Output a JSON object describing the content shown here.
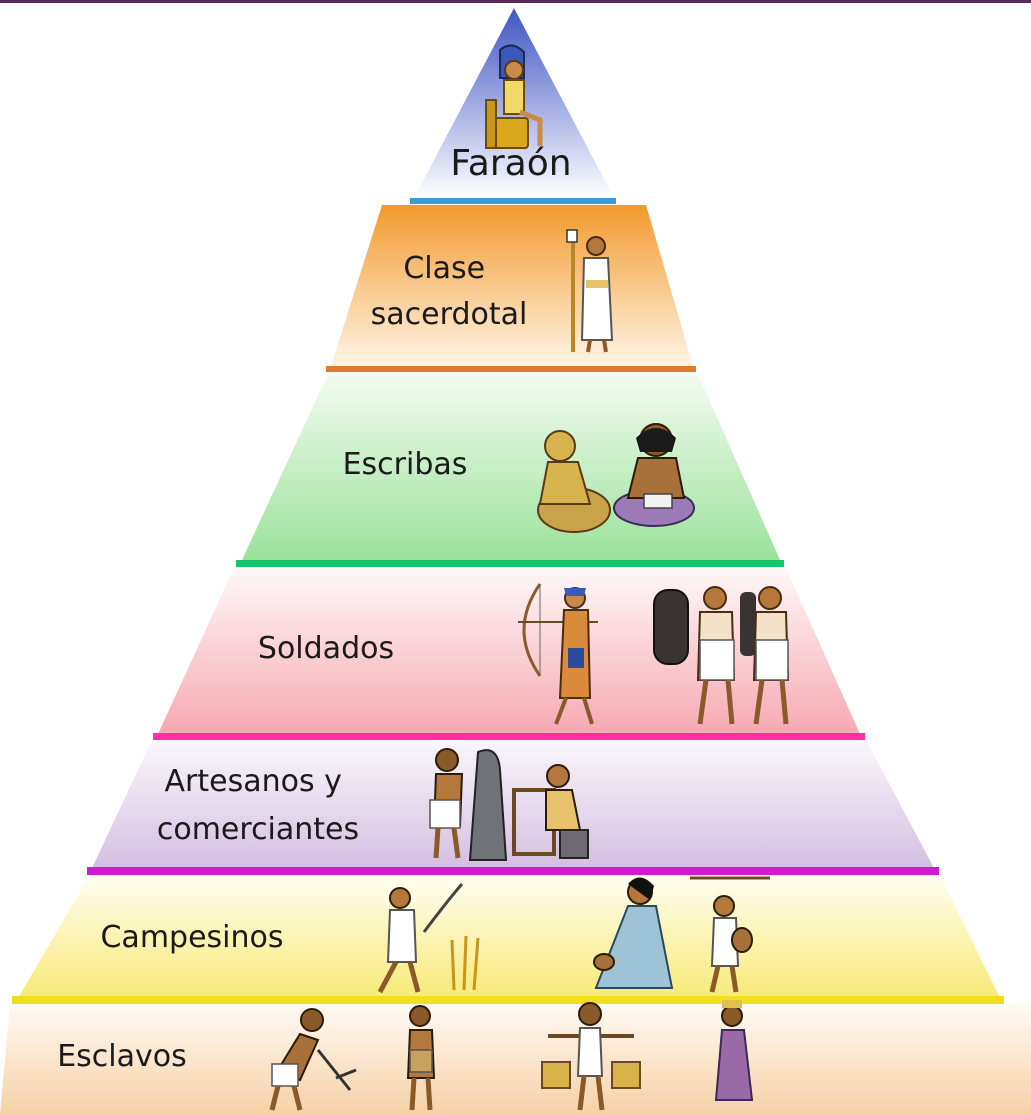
{
  "tiers": [
    {
      "id": "faraon",
      "lines": [
        "Faraón"
      ],
      "colors": {
        "top": "#3f56c4",
        "bottom": "#ffffff",
        "line": "#3c9ad8"
      }
    },
    {
      "id": "clase-sacerdotal",
      "lines": [
        "Clase",
        "sacerdotal"
      ],
      "colors": {
        "top": "#f29a2e",
        "bottom": "#fff5e6",
        "line": "#e07a2c"
      }
    },
    {
      "id": "escribas",
      "lines": [
        "Escribas"
      ],
      "colors": {
        "top": "#f4fbf2",
        "bottom": "#9be29a",
        "line": "#19c36a"
      }
    },
    {
      "id": "soldados",
      "lines": [
        "Soldados"
      ],
      "colors": {
        "top": "#fff8f8",
        "bottom": "#f6a9b2",
        "line": "#ff2fa8"
      }
    },
    {
      "id": "artesanos-y-comerciantes",
      "lines": [
        "Artesanos y",
        "comerciantes"
      ],
      "colors": {
        "top": "#faf7fb",
        "bottom": "#d4bfe0",
        "line": "#d21ad3"
      }
    },
    {
      "id": "campesinos",
      "lines": [
        "Campesinos"
      ],
      "colors": {
        "top": "#fffef2",
        "bottom": "#f7ea78",
        "line": "#f2de1c"
      }
    },
    {
      "id": "esclavos",
      "lines": [
        "Esclavos"
      ],
      "colors": {
        "top": "#fffaf4",
        "bottom": "#f6d1a6",
        "line": "#e9b98a"
      }
    }
  ]
}
